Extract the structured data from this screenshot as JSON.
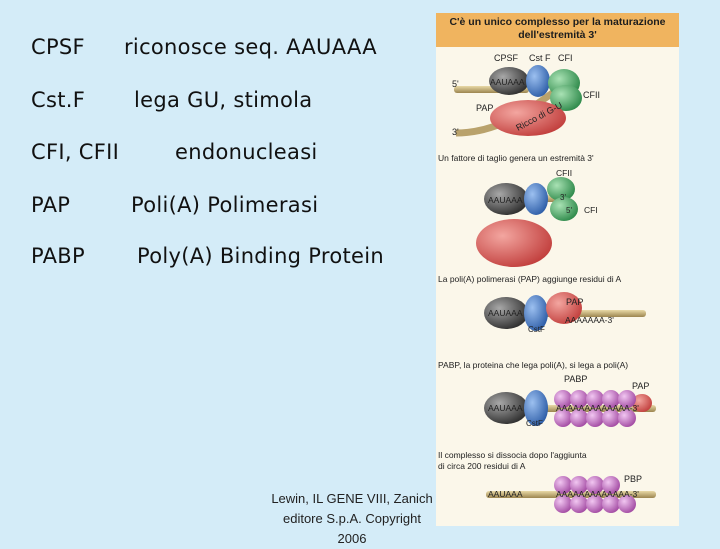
{
  "rows": [
    {
      "term": "CPSF",
      "desc": "riconosce seq. AAUAAA"
    },
    {
      "term": "Cst.F",
      "desc": "lega GU, stimola"
    },
    {
      "term": "CFI, CFII",
      "desc": "endonucleasi"
    },
    {
      "term": "PAP",
      "desc": "Poli(A) Polimerasi"
    },
    {
      "term": "PABP",
      "desc": "Poly(A) Binding Protein"
    }
  ],
  "citation": {
    "line1": "Lewin, IL GENE VIII, Zanich",
    "line2": "editore S.p.A. Copyright",
    "line3": "2006"
  },
  "figure": {
    "title_line1": "C'è un unico complesso per la maturazione",
    "title_line2": "dell'estremità 3'",
    "panel1": {
      "label_cpsf": "CPSF",
      "label_cstf": "Cst F",
      "label_cfi": "CFI",
      "label_cfii": "CFII",
      "five_prime": "5'",
      "three_prime": "3'",
      "seq": "AAUAAA",
      "gu_label": "Ricco di G-U",
      "pap": "PAP"
    },
    "panel2": {
      "caption": "Un fattore di taglio genera un estremità 3'",
      "cfii": "CFII",
      "seq": "AAUAAA",
      "three": "3'",
      "five": "5'",
      "cfi": "CFI"
    },
    "panel3": {
      "caption": "La poli(A) polimerasi (PAP) aggiunge residui di A",
      "pap": "PAP",
      "seq": "AAUAAA",
      "tail": "AAAAAAA-3'",
      "cstf": "CstF"
    },
    "panel4": {
      "caption": "PABP, la proteina che lega poli(A), si lega a poli(A)",
      "pabp": "PABP",
      "pap": "PAP",
      "seq": "AAUAAA",
      "tail": "AAAAAAAAAAAAA-3'",
      "cstf": "CstF"
    },
    "panel5": {
      "caption_line1": "Il complesso si dissocia dopo l'aggiunta",
      "caption_line2": "di circa 200 residui di A",
      "pbp": "PBP",
      "seq": "AAUAAA",
      "tail": "AAAAAAAAAAAAA-3'"
    }
  },
  "colors": {
    "background": "#d4ecf8",
    "header": "#f0b45f",
    "cpsf": "#4a4a4a",
    "cstf": "#4f7fc8",
    "cfi": "#4eb06a",
    "pap": "#d85a5a",
    "pabp": "#c877c8",
    "rna": "#b9a26c"
  }
}
